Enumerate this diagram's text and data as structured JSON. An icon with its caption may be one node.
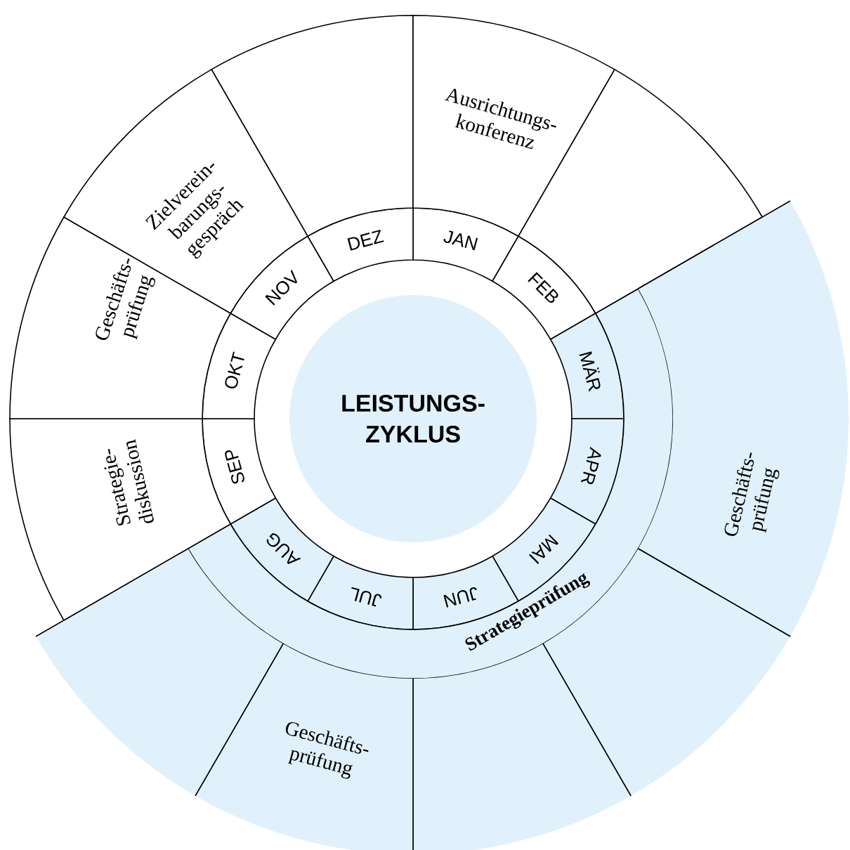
{
  "diagram": {
    "nodes": [
      {
        "text": [
          "LEISTUNGS- ZYKLUS"
        ]
      },
      {
        "text": [
          "JAN"
        ]
      },
      {
        "text": [
          "FEB"
        ]
      },
      {
        "text": [
          "MÄR"
        ]
      },
      {
        "text": [
          "APR"
        ]
      },
      {
        "text": [
          "MAI"
        ]
      },
      {
        "text": [
          "JUN"
        ]
      },
      {
        "text": [
          "JUL"
        ]
      },
      {
        "text": [
          "AUG"
        ]
      },
      {
        "text": [
          "SEP"
        ]
      },
      {
        "text": [
          "OKT"
        ]
      },
      {
        "text": [
          "NOV"
        ]
      },
      {
        "text": [
          "DEZ"
        ]
      },
      {
        "text": [
          "Strategieprüfung"
        ]
      },
      {
        "text": [],
        "shape": "sector"
      },
      {
        "text": [
          "Ausrichtungs- konferenz"
        ]
      },
      {
        "text": [],
        "shape": "sector"
      },
      {
        "text": [
          "Geschäfts- prüfung"
        ]
      },
      {
        "text": [],
        "shape": "sector"
      },
      {
        "text": [],
        "shape": "sector"
      },
      {
        "text": [
          "Geschäfts- prüfung"
        ]
      },
      {
        "text": [],
        "shape": "sector"
      },
      {
        "text": [
          "Strategie- diskussion"
        ]
      },
      {
        "text": [
          "Geschäfts- prüfung"
        ]
      },
      {
        "text": [
          "Zielverein- barungs- gespräch"
        ]
      }
    ]
  }
}
